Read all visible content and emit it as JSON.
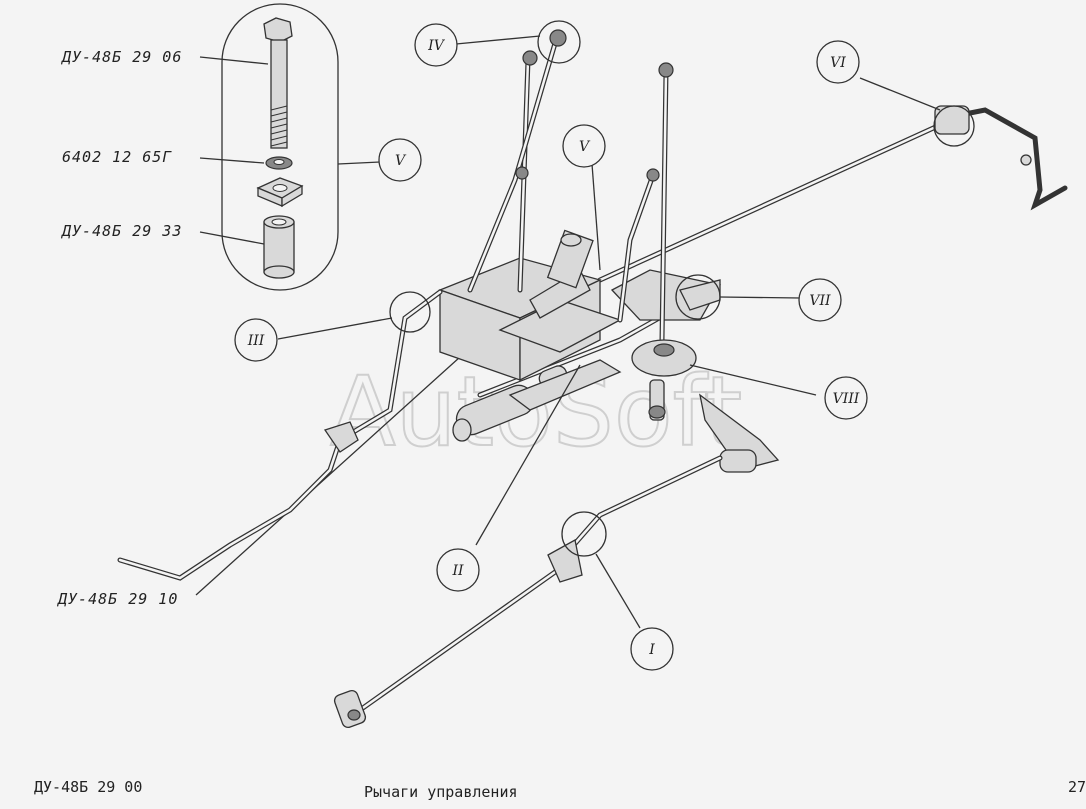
{
  "watermark": "AutoSoft",
  "parts": {
    "bolt": "ДУ-48Б 29 06",
    "washer": "6402 12 65Г",
    "sleeve": "ДУ-48Б 29 33",
    "rod": "ДУ-48Б 29 10"
  },
  "callouts": {
    "i": "I",
    "ii": "II",
    "iii": "III",
    "iv": "IV",
    "v_detail": "V",
    "v_view": "V",
    "vi": "VI",
    "vii": "VII",
    "viii": "VIII"
  },
  "footer": {
    "doc_code": "ДУ-48Б 29 00",
    "title": "Рычаги управления",
    "page": "27"
  }
}
